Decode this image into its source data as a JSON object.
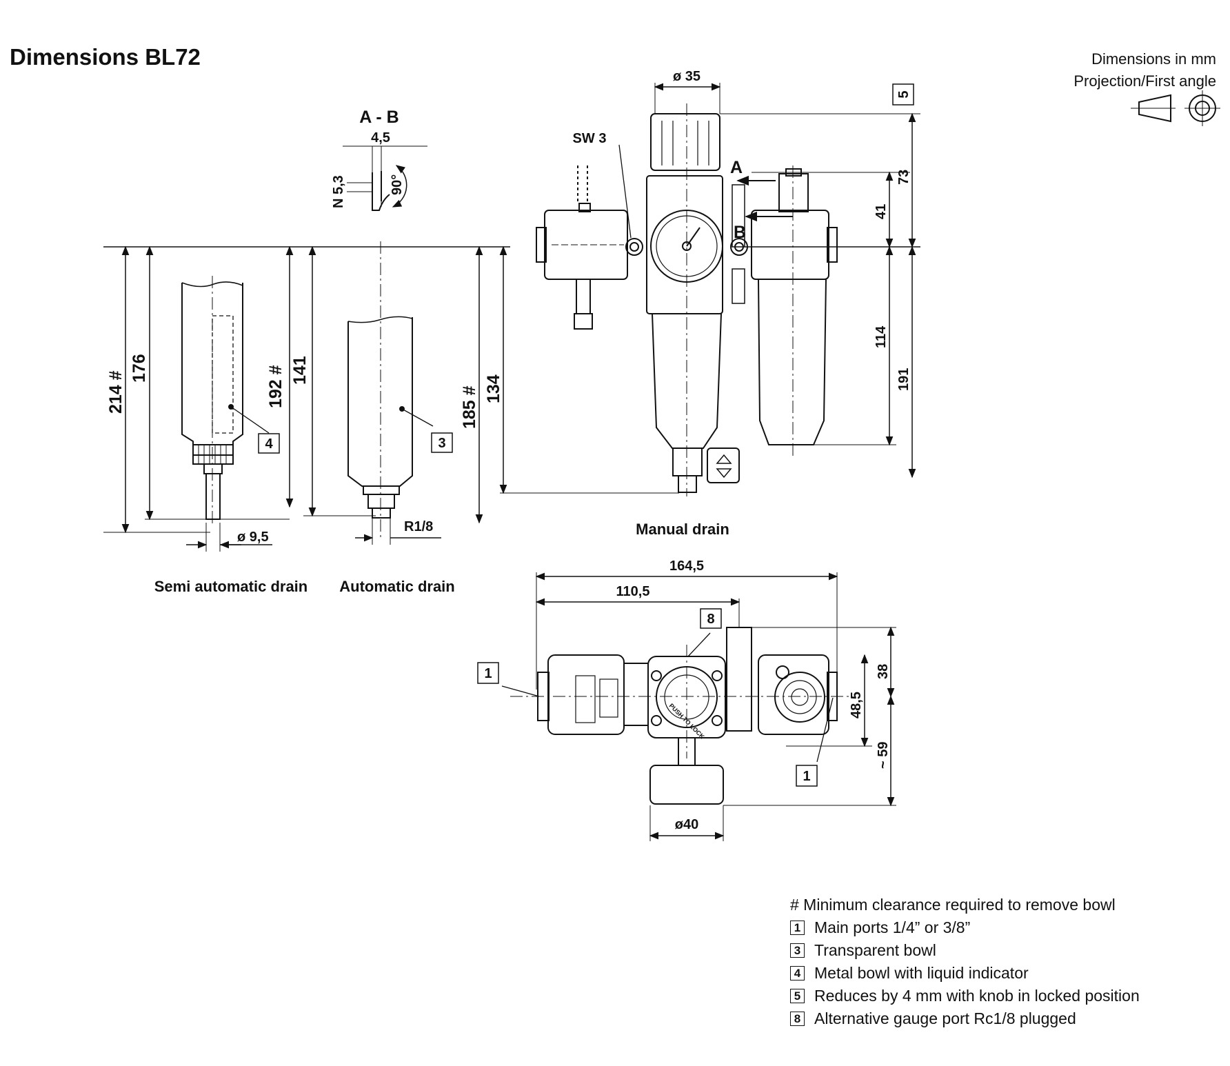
{
  "title": "Dimensions BL72",
  "units_line1": "Dimensions in mm",
  "units_line2": "Projection/First angle",
  "section_label": "A - B",
  "dimensions": {
    "ab_width": "4,5",
    "ab_height": "N 5,3",
    "ab_angle": "90°",
    "sw": "SW 3",
    "knob_dia": "ø 35",
    "top_a": "A",
    "top_b": "B",
    "h73": "73",
    "h41": "41",
    "h114": "114",
    "h191": "191",
    "h214": "214 #",
    "h176": "176",
    "h192": "192 #",
    "h141": "141",
    "h185": "185 #",
    "h134": "134",
    "drain_dia": "ø 9,5",
    "drain_thread": "R1/8",
    "w164": "164,5",
    "w110": "110,5",
    "h38": "38",
    "h48": "48,5",
    "h59": "~ 59",
    "gauge_dia": "ø40"
  },
  "callouts": {
    "c1a": "1",
    "c1b": "1",
    "c3": "3",
    "c4": "4",
    "c5": "5",
    "c8": "8"
  },
  "captions": {
    "semi": "Semi automatic drain",
    "auto": "Automatic drain",
    "manual": "Manual drain"
  },
  "gauge_text": "PUSH TO LOCK",
  "legend": {
    "clearance": "# Minimum clearance required to remove bowl",
    "items": [
      {
        "num": "1",
        "text": "Main ports 1/4” or 3/8”"
      },
      {
        "num": "3",
        "text": "Transparent bowl"
      },
      {
        "num": "4",
        "text": "Metal bowl with liquid indicator"
      },
      {
        "num": "5",
        "text": "Reduces by 4 mm with knob in locked position"
      },
      {
        "num": "8",
        "text": "Alternative gauge port Rc1/8 plugged"
      }
    ]
  }
}
